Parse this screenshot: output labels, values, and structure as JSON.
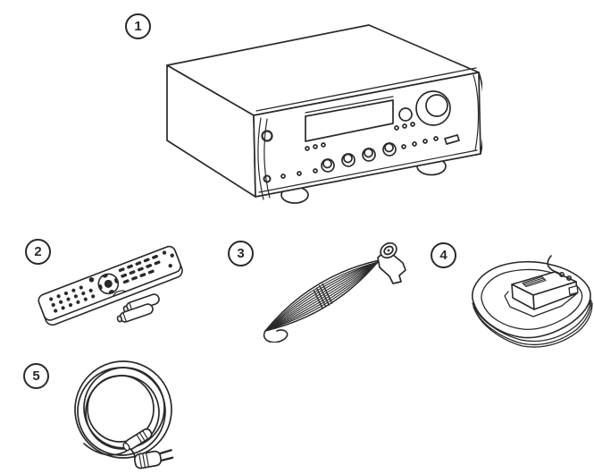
{
  "page": {
    "background": "#ffffff",
    "line_color": "#2a2a2a"
  },
  "items": [
    {
      "number": "1",
      "icon": "av-receiver-illustration"
    },
    {
      "number": "2",
      "icon": "remote-control-and-batteries-illustration"
    },
    {
      "number": "3",
      "icon": "fm-wire-antenna-illustration"
    },
    {
      "number": "4",
      "icon": "am-loop-antenna-illustration"
    },
    {
      "number": "5",
      "icon": "power-cord-illustration"
    }
  ]
}
